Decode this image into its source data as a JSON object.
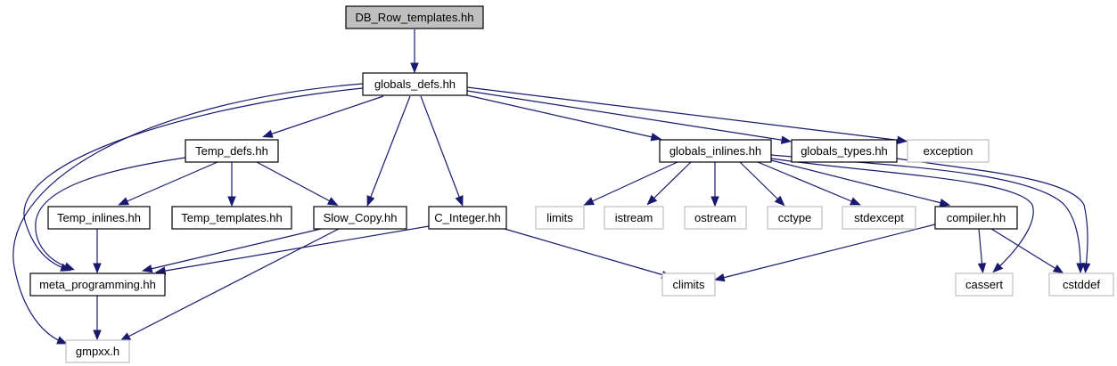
{
  "diagram": {
    "nodes": [
      {
        "id": "db_row_templates",
        "label": "DB_Row_templates.hh",
        "kind": "root"
      },
      {
        "id": "globals_defs",
        "label": "globals_defs.hh",
        "kind": "internal"
      },
      {
        "id": "temp_defs",
        "label": "Temp_defs.hh",
        "kind": "internal"
      },
      {
        "id": "globals_inlines",
        "label": "globals_inlines.hh",
        "kind": "internal"
      },
      {
        "id": "globals_types",
        "label": "globals_types.hh",
        "kind": "internal"
      },
      {
        "id": "exception",
        "label": "exception",
        "kind": "external"
      },
      {
        "id": "temp_inlines",
        "label": "Temp_inlines.hh",
        "kind": "internal"
      },
      {
        "id": "temp_templates",
        "label": "Temp_templates.hh",
        "kind": "internal"
      },
      {
        "id": "slow_copy",
        "label": "Slow_Copy.hh",
        "kind": "internal"
      },
      {
        "id": "c_integer",
        "label": "C_Integer.hh",
        "kind": "internal"
      },
      {
        "id": "limits",
        "label": "limits",
        "kind": "external"
      },
      {
        "id": "istream",
        "label": "istream",
        "kind": "external"
      },
      {
        "id": "ostream",
        "label": "ostream",
        "kind": "external"
      },
      {
        "id": "cctype",
        "label": "cctype",
        "kind": "external"
      },
      {
        "id": "stdexcept",
        "label": "stdexcept",
        "kind": "external"
      },
      {
        "id": "compiler",
        "label": "compiler.hh",
        "kind": "internal"
      },
      {
        "id": "meta_programming",
        "label": "meta_programming.hh",
        "kind": "internal"
      },
      {
        "id": "climits",
        "label": "climits",
        "kind": "external"
      },
      {
        "id": "cassert",
        "label": "cassert",
        "kind": "external"
      },
      {
        "id": "cstddef",
        "label": "cstddef",
        "kind": "external"
      },
      {
        "id": "gmpxx",
        "label": "gmpxx.h",
        "kind": "external"
      }
    ],
    "edges": [
      {
        "from": "db_row_templates",
        "to": "globals_defs"
      },
      {
        "from": "globals_defs",
        "to": "temp_defs"
      },
      {
        "from": "globals_defs",
        "to": "slow_copy"
      },
      {
        "from": "globals_defs",
        "to": "c_integer"
      },
      {
        "from": "globals_defs",
        "to": "globals_inlines"
      },
      {
        "from": "globals_defs",
        "to": "globals_types"
      },
      {
        "from": "globals_defs",
        "to": "exception"
      },
      {
        "from": "globals_defs",
        "to": "meta_programming"
      },
      {
        "from": "globals_defs",
        "to": "gmpxx"
      },
      {
        "from": "temp_defs",
        "to": "temp_inlines"
      },
      {
        "from": "temp_defs",
        "to": "temp_templates"
      },
      {
        "from": "temp_defs",
        "to": "slow_copy"
      },
      {
        "from": "temp_defs",
        "to": "meta_programming"
      },
      {
        "from": "temp_inlines",
        "to": "meta_programming"
      },
      {
        "from": "slow_copy",
        "to": "meta_programming"
      },
      {
        "from": "slow_copy",
        "to": "gmpxx"
      },
      {
        "from": "c_integer",
        "to": "meta_programming"
      },
      {
        "from": "c_integer",
        "to": "climits"
      },
      {
        "from": "meta_programming",
        "to": "gmpxx"
      },
      {
        "from": "globals_inlines",
        "to": "limits"
      },
      {
        "from": "globals_inlines",
        "to": "istream"
      },
      {
        "from": "globals_inlines",
        "to": "ostream"
      },
      {
        "from": "globals_inlines",
        "to": "cctype"
      },
      {
        "from": "globals_inlines",
        "to": "stdexcept"
      },
      {
        "from": "globals_inlines",
        "to": "compiler"
      },
      {
        "from": "globals_inlines",
        "to": "cassert"
      },
      {
        "from": "globals_inlines",
        "to": "cstddef"
      },
      {
        "from": "globals_types",
        "to": "cstddef"
      },
      {
        "from": "compiler",
        "to": "climits"
      },
      {
        "from": "compiler",
        "to": "cassert"
      },
      {
        "from": "compiler",
        "to": "cstddef"
      }
    ]
  },
  "colors": {
    "edge": "#191970",
    "root_fill": "#bfbfbf",
    "external_border": "#bfbfbf",
    "node_border": "#000000"
  }
}
